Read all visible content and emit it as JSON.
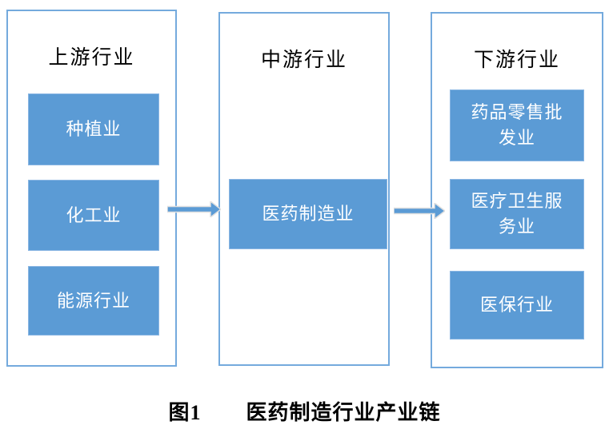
{
  "figure": {
    "caption": {
      "label": "图1",
      "title": "医药制造行业产业链"
    },
    "columns": [
      {
        "id": "upstream",
        "title": "上游行业",
        "boxes": [
          "种植业",
          "化工业",
          "能源行业"
        ]
      },
      {
        "id": "midstream",
        "title": "中游行业",
        "boxes": [
          "医药制造业"
        ]
      },
      {
        "id": "downstream",
        "title": "下游行业",
        "boxes": [
          "药品零售批发业",
          "医疗卫生服务业",
          "医保行业"
        ]
      }
    ],
    "arrows": [
      {
        "from": "上游行业",
        "to": "中游行业"
      },
      {
        "from": "中游行业",
        "to": "下游行业"
      }
    ],
    "colors": {
      "background": "#ffffff",
      "box_fill": "#5b9bd5",
      "box_border": "#8ab6e3",
      "column_border": "#74aadd",
      "box_text": "#ffffff",
      "heading_text": "#000000",
      "arrow_fill": "#5b9bd5",
      "arrow_outline": "#e0e0e0"
    }
  }
}
